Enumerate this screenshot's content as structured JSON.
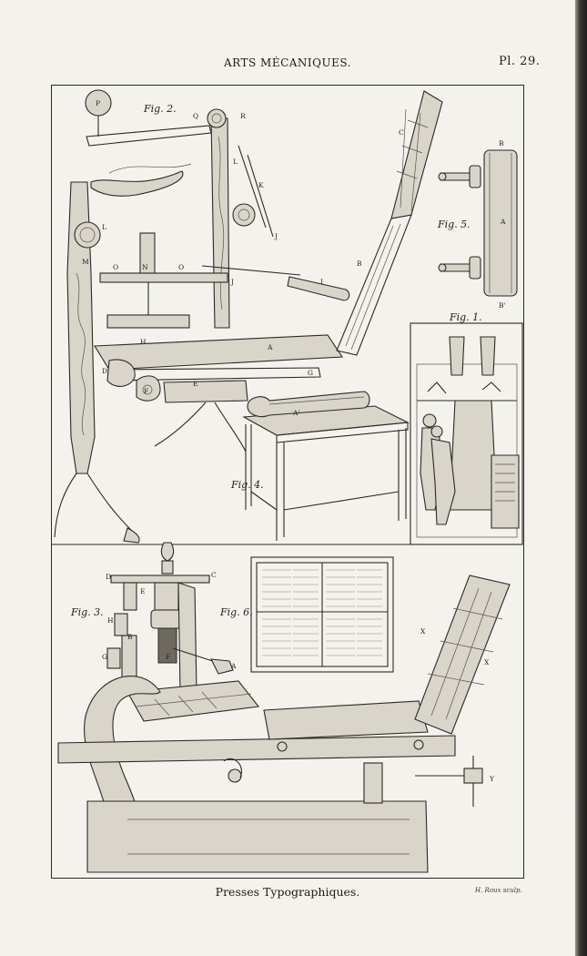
{
  "header": {
    "title": "ARTS MÉCANIQUES.",
    "plate": "Pl. 29."
  },
  "caption": "Presses Typographiques.",
  "engraver": "H. Roux sculp.",
  "figures": {
    "fig1": "Fig. 1.",
    "fig2": "Fig. 2.",
    "fig3": "Fig. 3.",
    "fig4": "Fig. 4.",
    "fig5": "Fig. 5.",
    "fig6": "Fig. 6."
  },
  "letters": {
    "fig2": {
      "P": "P",
      "Q": "Q",
      "R": "R",
      "L1": "L",
      "L2": "L",
      "K": "K",
      "J1": "J",
      "J2": "J",
      "M": "M",
      "O1": "O",
      "N": "N",
      "O2": "O",
      "H": "H",
      "D": "D",
      "E": "E",
      "G": "G",
      "A": "A",
      "B": "B",
      "C": "C",
      "I": "I",
      "F": "F"
    },
    "fig4": {
      "A": "A'"
    },
    "fig5": {
      "B1": "B",
      "A": "A",
      "B2": "B'"
    },
    "fig3": {
      "D": "D",
      "E": "E",
      "C": "C",
      "H": "H",
      "B": "B",
      "F": "F",
      "G": "G",
      "A": "A",
      "X1": "X",
      "X2": "X",
      "Y": "Y"
    }
  }
}
